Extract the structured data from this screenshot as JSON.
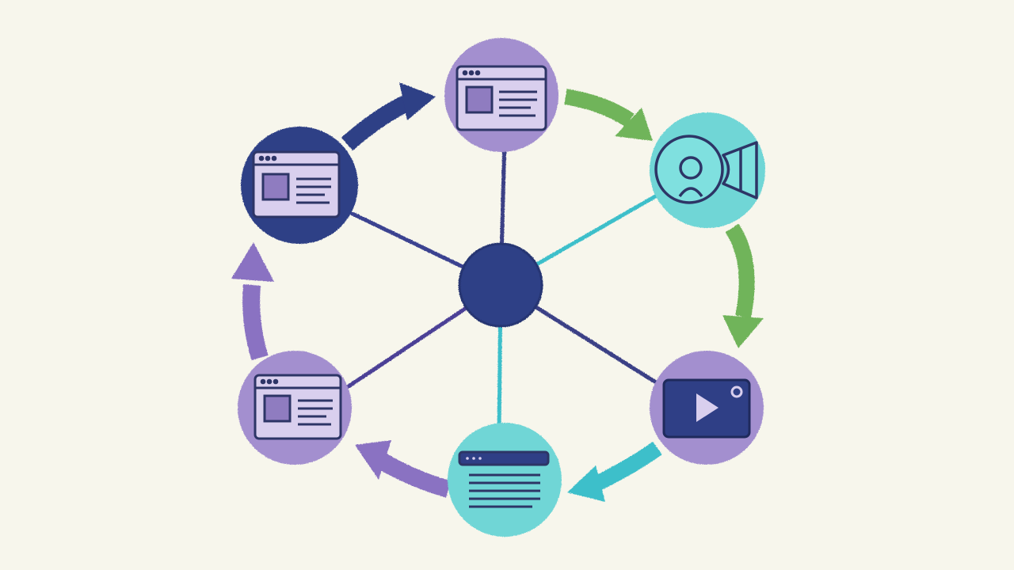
{
  "canvas": {
    "background": "#f7f6ec"
  },
  "palette": {
    "navy": "#2f3f86",
    "navy_dark": "#263672",
    "purple": "#a38fcf",
    "purple_arrow": "#8a72c2",
    "teal": "#6fd6d6",
    "teal_arrow": "#3dbfca",
    "green_arrow": "#6fb45a",
    "window_fill": "#d9cfee",
    "line": "#2d3566"
  },
  "hub": {
    "name": "central-hub",
    "color": "#2f3f86"
  },
  "nodes": [
    {
      "name": "node-web-page-top",
      "icon": "browser-window-icon",
      "fill": "#a38fcf",
      "spoke": "#3b3f86"
    },
    {
      "name": "node-webcam",
      "icon": "webcam-icon",
      "fill": "#6fd6d6",
      "spoke": "#3dbfca"
    },
    {
      "name": "node-video",
      "icon": "video-player-icon",
      "fill": "#a38fcf",
      "spoke": "#3b3f86"
    },
    {
      "name": "node-document",
      "icon": "document-page-icon",
      "fill": "#6fd6d6",
      "spoke": "#3dbfca"
    },
    {
      "name": "node-web-page-bottom-left",
      "icon": "browser-window-icon",
      "fill": "#a38fcf",
      "spoke": "#4b3f96"
    },
    {
      "name": "node-web-page-top-left",
      "icon": "browser-window-icon",
      "fill": "#2f3f86",
      "spoke": "#3b4390"
    }
  ],
  "cycle_arrows": [
    {
      "name": "arrow-top-to-webcam",
      "color": "#6fb45a"
    },
    {
      "name": "arrow-webcam-to-video",
      "color": "#6fb45a"
    },
    {
      "name": "arrow-video-to-document",
      "color": "#3dbfca"
    },
    {
      "name": "arrow-document-to-bottom-left",
      "color": "#8a72c2"
    },
    {
      "name": "arrow-bottom-left-to-top-left",
      "color": "#8a72c2"
    },
    {
      "name": "arrow-top-left-to-top",
      "color": "#2f3f86"
    }
  ]
}
